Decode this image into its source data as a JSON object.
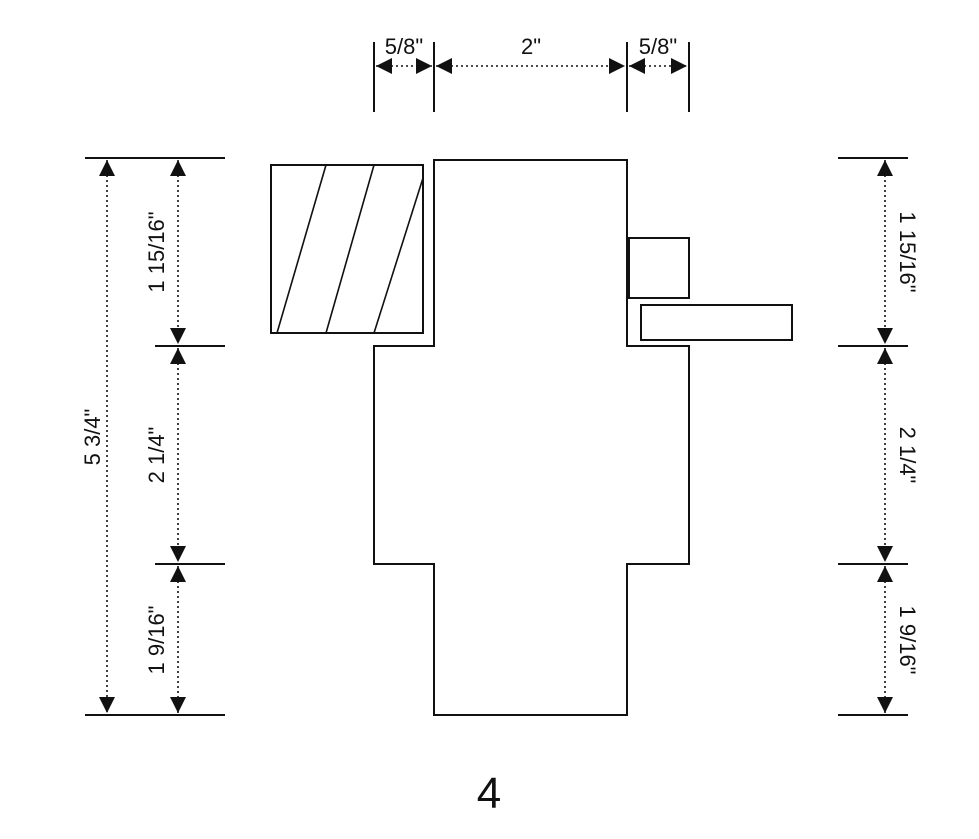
{
  "figure": {
    "caption": "4",
    "colors": {
      "line": "#111111",
      "background": "#ffffff"
    },
    "top_dimensions": [
      "5/8\"",
      "2\"",
      "5/8\""
    ],
    "left_dimensions": {
      "overall": "5 3/4\"",
      "upper": "1 15/16\"",
      "middle": "2 1/4\"",
      "lower": "1 9/16\""
    },
    "right_dimensions": {
      "upper": "1 15/16\"",
      "middle": "2 1/4\"",
      "lower": "1 9/16\""
    }
  }
}
